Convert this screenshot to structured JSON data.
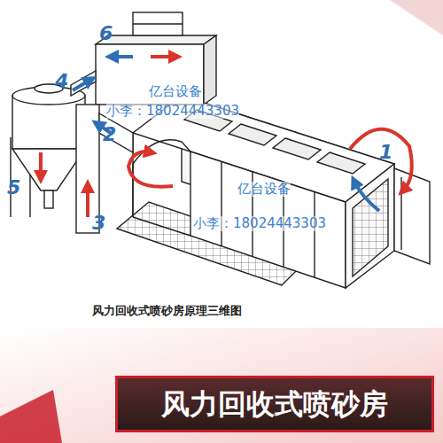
{
  "diagram": {
    "title": "风力回收式喷砂房",
    "caption": "风力回收式喷砂房原理三维图",
    "labels": [
      "6",
      "4",
      "2",
      "1",
      "5",
      "3",
      "亿台设备",
      "小李：18024443303",
      "亿台设备",
      "小李：18024443303"
    ]
  }
}
